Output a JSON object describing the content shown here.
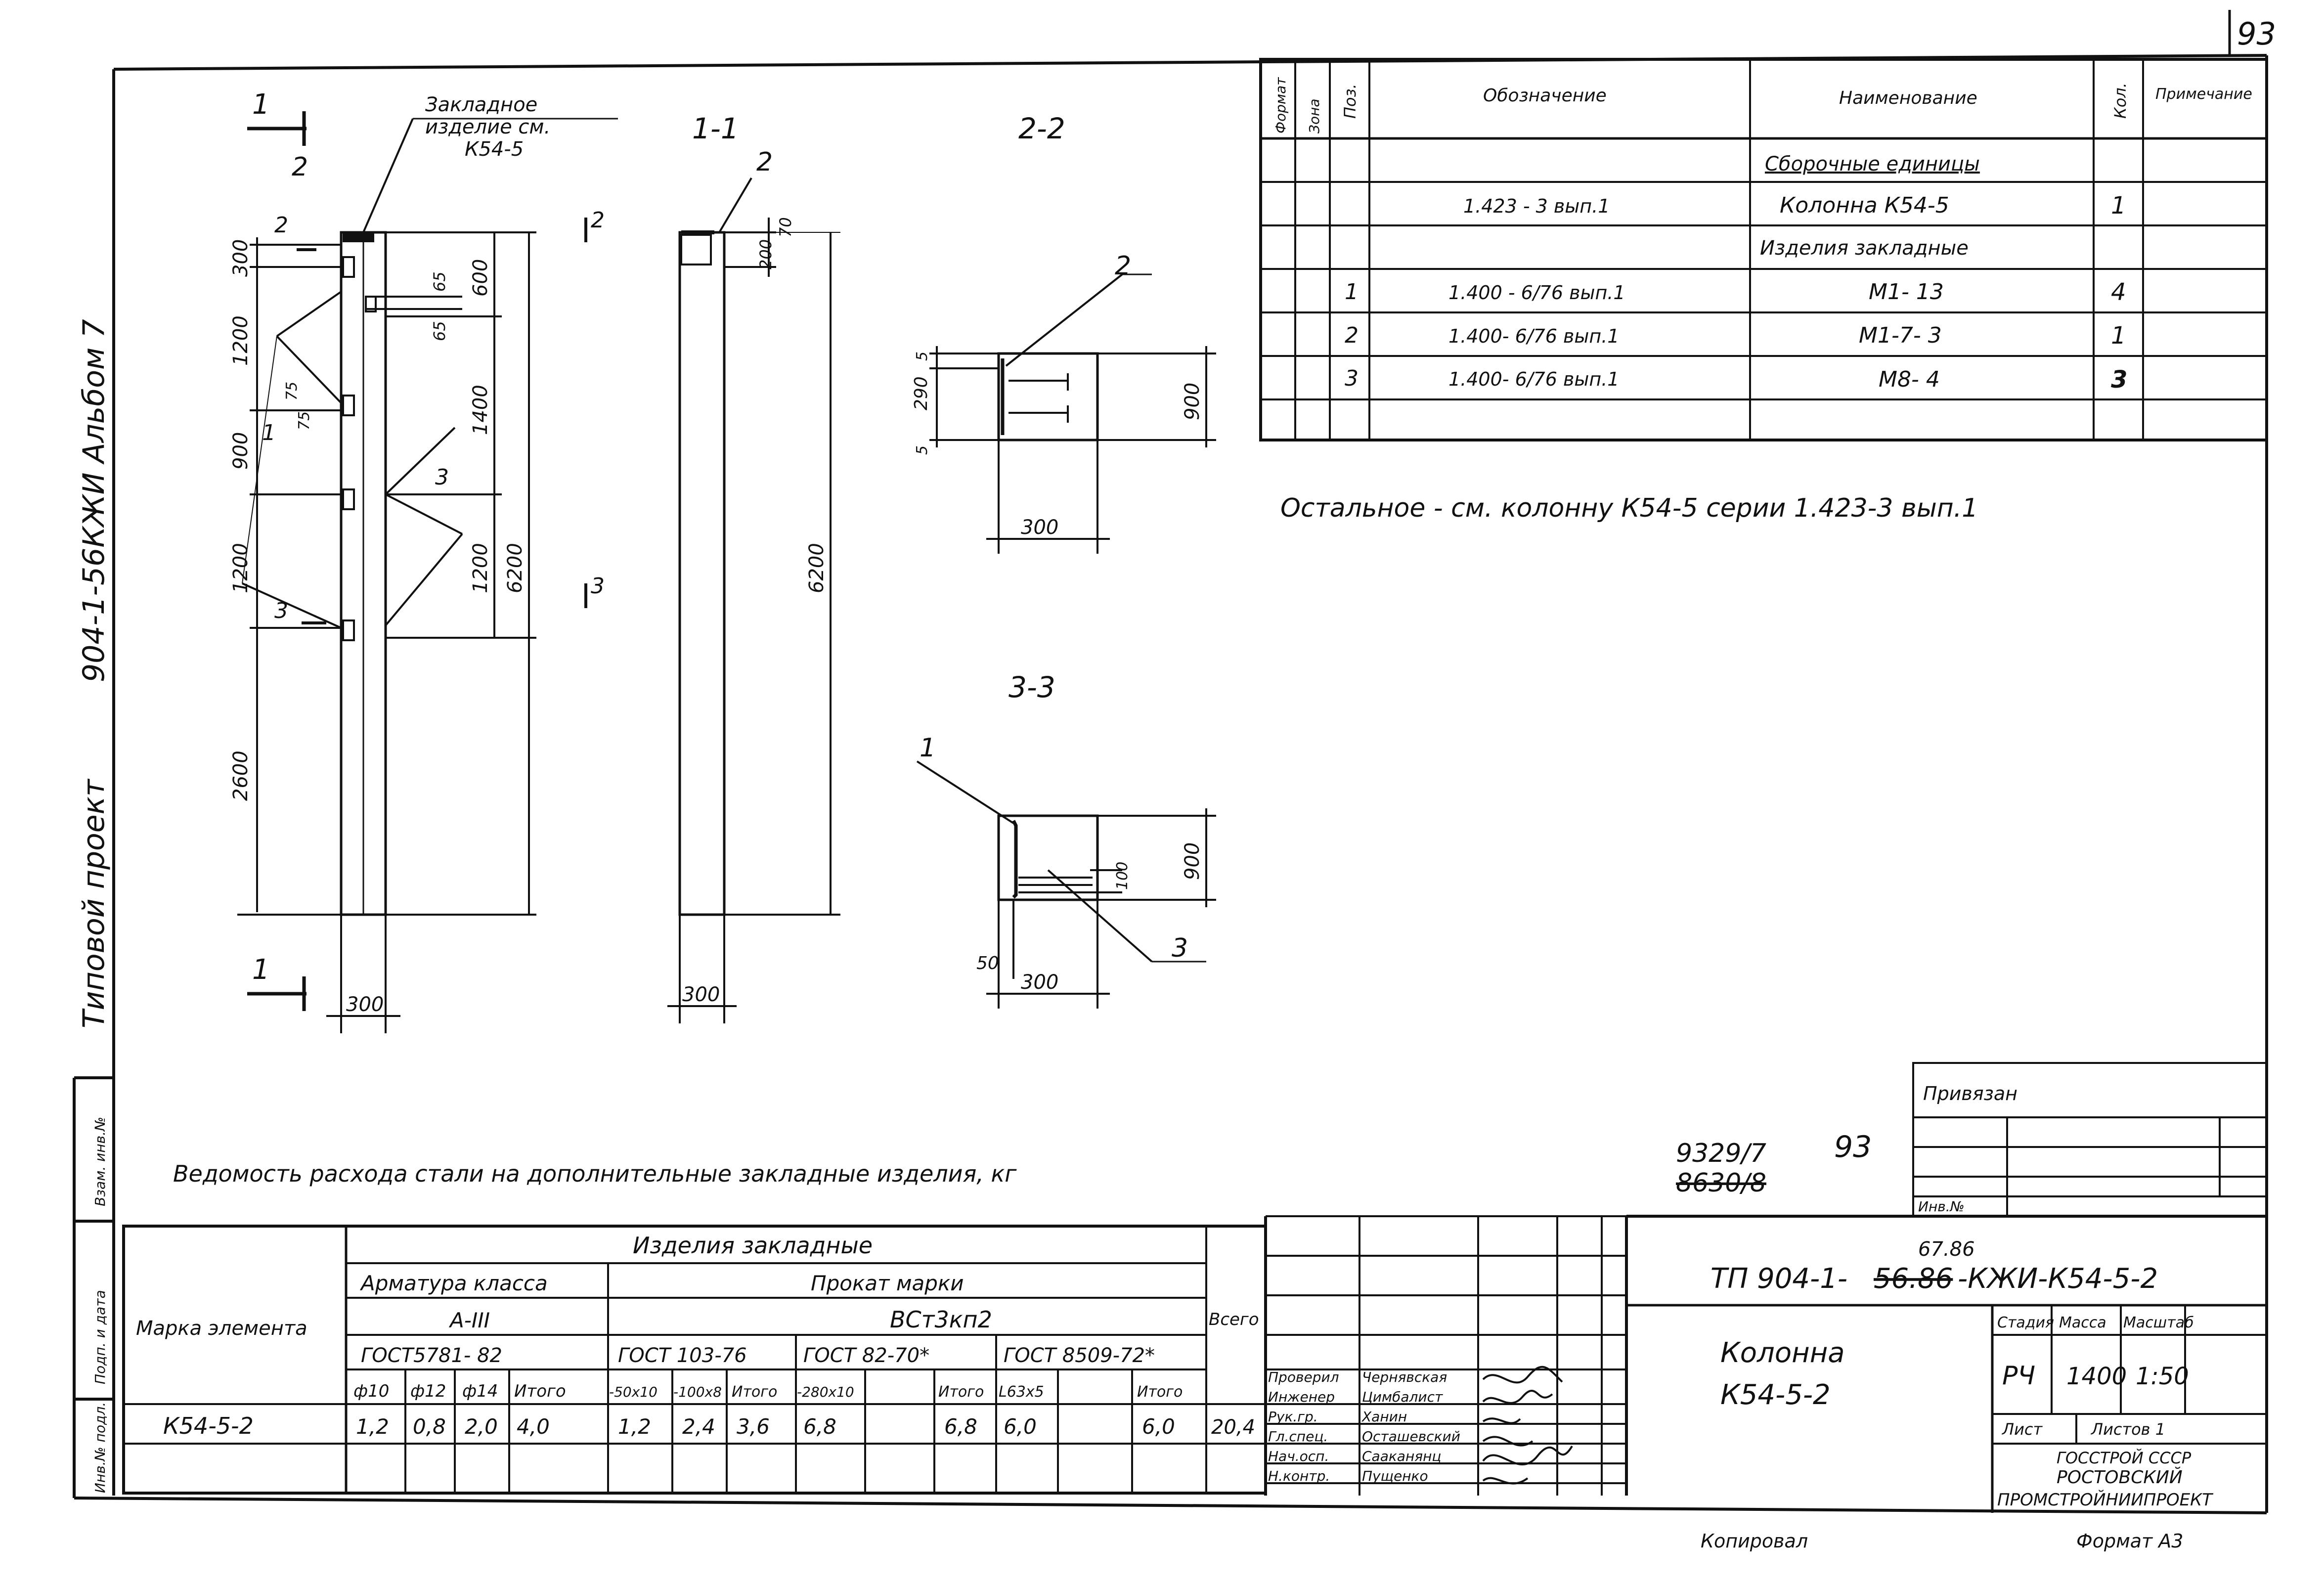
{
  "page_number": "93",
  "side_texts": {
    "project": "Типовой   проект",
    "code": "904-1-56КЖИ  Альбом 7",
    "inv_podl": "Инв.№ подл.",
    "podp_data": "Подп. и дата",
    "vzam_inv": "Взам. инв.№"
  },
  "views": {
    "section_1_marker": "1",
    "section_1_1": "1-1",
    "section_2_2": "2-2",
    "section_3_3": "3-3",
    "marker_2": "2",
    "marker_3": "3",
    "embedded_note": [
      "Закладное",
      "изделие см.",
      "К54-5"
    ],
    "dims_front": [
      "300",
      "1200",
      "900",
      "1200",
      "2600",
      "600",
      "1400",
      "1200",
      "6200",
      "65",
      "65",
      "75",
      "75",
      "300"
    ],
    "dims_side": [
      "200",
      "70",
      "6200",
      "300"
    ],
    "dims_s22": [
      "290",
      "5",
      "5",
      "900",
      "300"
    ],
    "dims_s33": [
      "900",
      "100",
      "50",
      "300"
    ],
    "positions": [
      "2",
      "1",
      "3",
      "2",
      "1",
      "3"
    ]
  },
  "spec_table": {
    "headers": [
      "Формат",
      "Зона",
      "Поз.",
      "Обозначение",
      "Наименование",
      "Кол.",
      "Примечание"
    ],
    "rows": [
      {
        "pos": "",
        "designation": "",
        "name": "Сборочные единицы",
        "qty": ""
      },
      {
        "pos": "",
        "designation": "1.423 - 3  вып.1",
        "name": "Колонна  К54-5",
        "qty": "1"
      },
      {
        "pos": "",
        "designation": "",
        "name": "Изделия  закладные",
        "qty": ""
      },
      {
        "pos": "1",
        "designation": "1.400 - 6/76  вып.1",
        "name": "М1- 13",
        "qty": "4"
      },
      {
        "pos": "2",
        "designation": "1.400- 6/76 вып.1",
        "name": "М1-7- 3",
        "qty": "1"
      },
      {
        "pos": "3",
        "designation": "1.400- 6/76 вып.1",
        "name": "М8- 4",
        "qty": "3"
      },
      {
        "pos": "",
        "designation": "",
        "name": "",
        "qty": ""
      }
    ]
  },
  "note": "Остальное - см.  колонну К54-5  серии 1.423-3 вып.1",
  "steel_table": {
    "title": "Ведомость  расхода  стали  на  дополнительные закладные изделия, кг",
    "hdr_items": "Изделия  закладные",
    "hdr_rebar": "Арматура класса",
    "hdr_rebar_class": "А-III",
    "hdr_rebar_gost": "ГОСТ5781- 82",
    "hdr_rolled": "Прокат марки",
    "hdr_steel": "ВСт3кп2",
    "hdr_g1": "ГОСТ 103-76",
    "hdr_g2": "ГОСТ 82-70*",
    "hdr_g3": "ГОСТ 8509-72*",
    "hdr_mark": "Марка элемента",
    "hdr_total": "Всего",
    "cols": [
      "ф10",
      "ф12",
      "ф14",
      "Итого",
      "-50х10",
      "-100х8",
      "Итого",
      "-280х10",
      "",
      "Итого",
      "L63х5",
      "",
      "Итого"
    ],
    "row": {
      "mark": "К54-5-2",
      "values": [
        "1,2",
        "0,8",
        "2,0",
        "4,0",
        "1,2",
        "2,4",
        "3,6",
        "6,8",
        "",
        "6,8",
        "6,0",
        "",
        "6,0"
      ],
      "total": "20,4"
    }
  },
  "title_block": {
    "privyazan": "Привязан",
    "inv_no": "Инв.№",
    "doc_numbers": "9329/7",
    "doc_numbers_old": "8630/8",
    "page_mark": "93",
    "code_prefix": "ТП 904-1-",
    "code_strike": "56.86",
    "code_new": "67.86",
    "code_suffix": "-КЖИ-К54-5-2",
    "drawing_name_1": "Колонна",
    "drawing_name_2": "К54-5-2",
    "stage_label": "Стадия",
    "mass_label": "Масса",
    "scale_label": "Масштаб",
    "stage": "РЧ",
    "mass": "1400",
    "scale": "1:50",
    "sheet_label": "Лист",
    "sheets_label": "Листов 1",
    "org_1": "ГОССТРОЙ СССР",
    "org_2": "РОСТОВСКИЙ",
    "org_3": "ПРОМСТРОЙНИИПРОЕКТ",
    "signatures": [
      {
        "role": "Проверил",
        "name": "Чернявская"
      },
      {
        "role": "Инженер",
        "name": "Цимбалист"
      },
      {
        "role": "Рук.гр.",
        "name": "Ханин"
      },
      {
        "role": "Гл.спец.",
        "name": "Осташевский"
      },
      {
        "role": "Нач.осп.",
        "name": "Сааканянц"
      },
      {
        "role": "Н.контр.",
        "name": "Пущенко"
      }
    ],
    "copied": "Копировал",
    "format": "Формат А3"
  }
}
